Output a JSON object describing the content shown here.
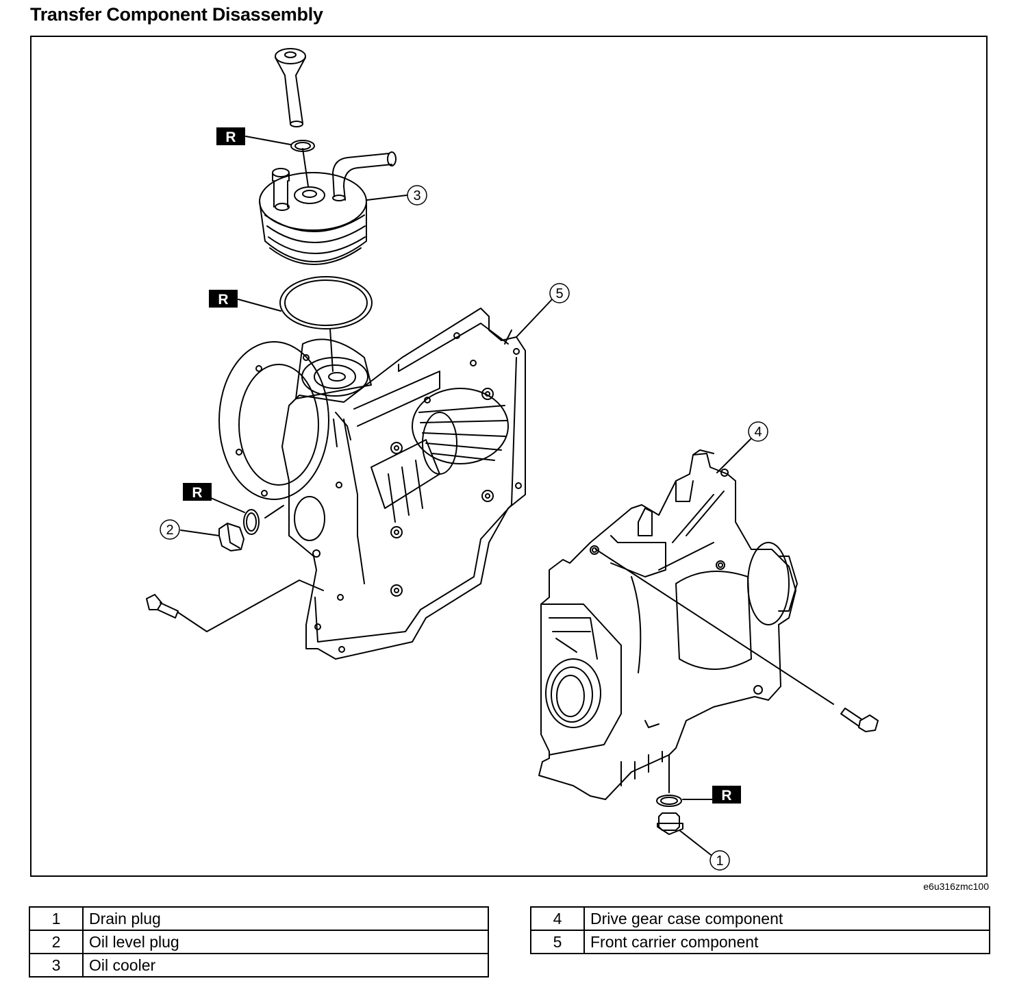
{
  "title": "Transfer Component Disassembly",
  "figure_code": "e6u316zmc100",
  "replace_mark": "R",
  "callouts": [
    "1",
    "2",
    "3",
    "4",
    "5"
  ],
  "legend_left": [
    {
      "num": "1",
      "label": "Drain plug"
    },
    {
      "num": "2",
      "label": "Oil level plug"
    },
    {
      "num": "3",
      "label": "Oil cooler"
    }
  ],
  "legend_right": [
    {
      "num": "4",
      "label": "Drive gear case component"
    },
    {
      "num": "5",
      "label": "Front carrier component"
    }
  ]
}
